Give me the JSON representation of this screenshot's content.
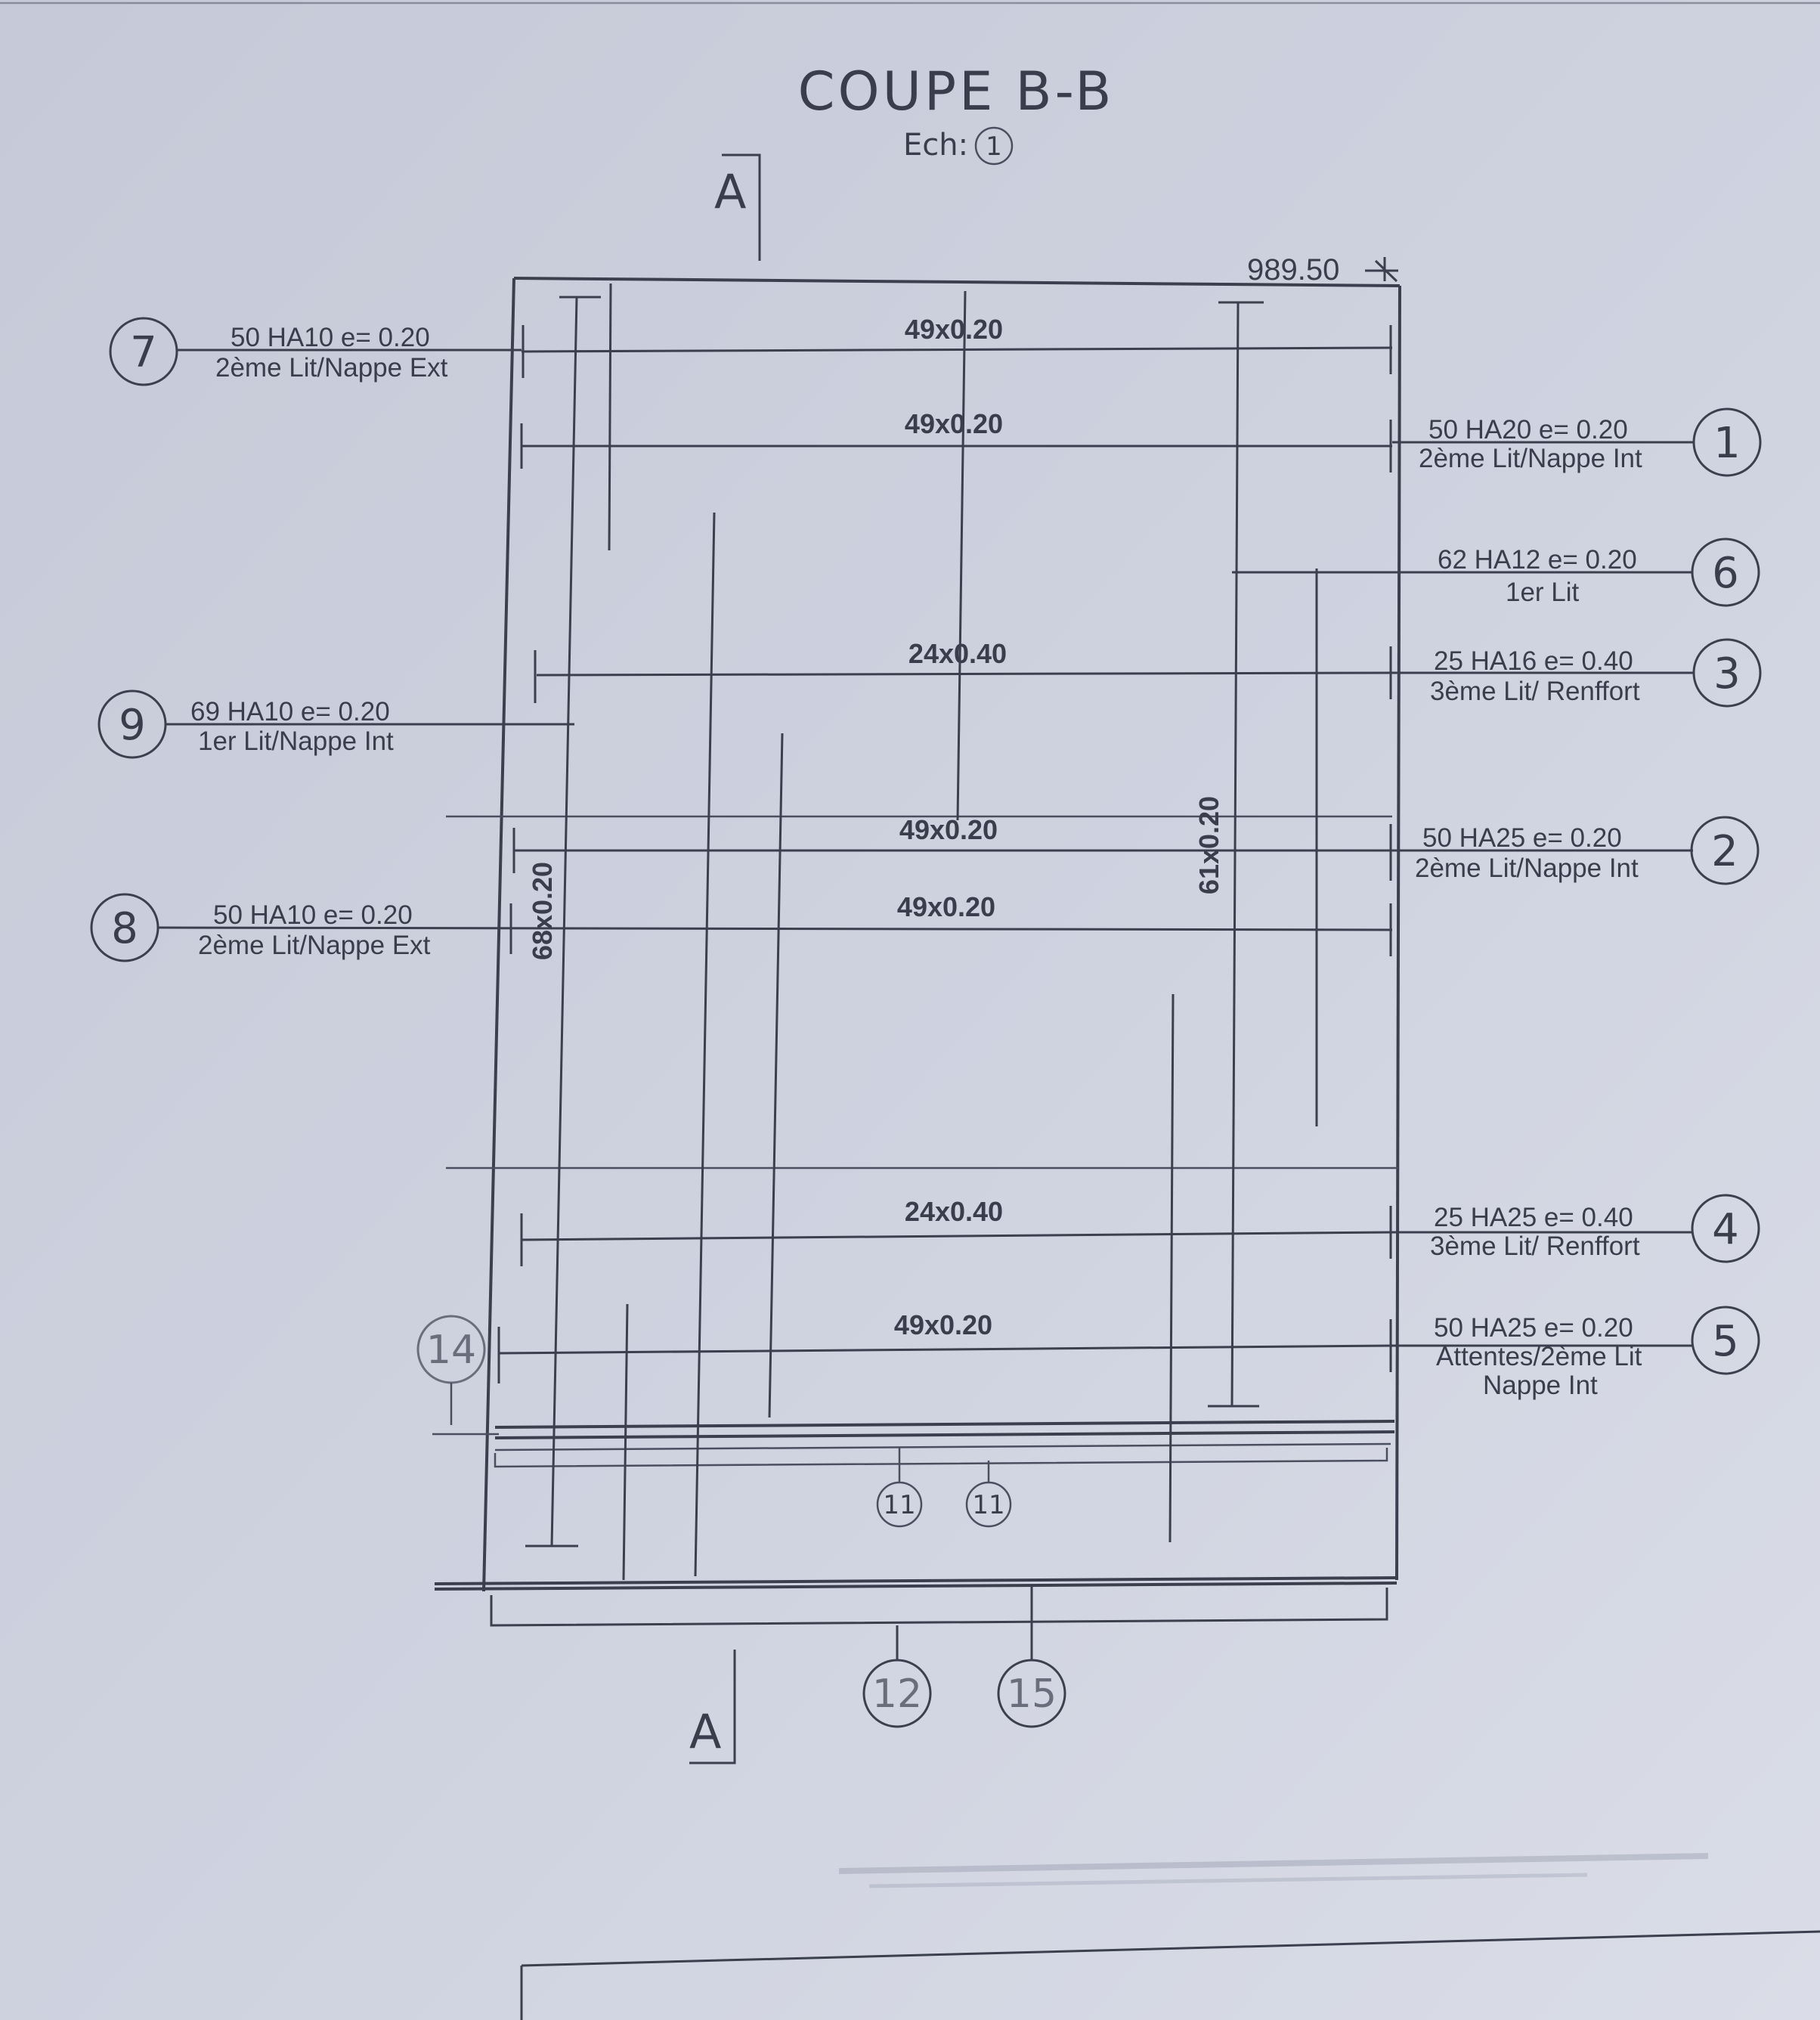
{
  "drawing": {
    "title": "COUPE B-B",
    "scale_prefix": "Ech:",
    "scale_value": "1",
    "section_top": "A",
    "section_bottom": "A",
    "elevation": "989.50"
  },
  "spacings": {
    "s7": "49x0.20",
    "s1": "49x0.20",
    "s3": "24x0.40",
    "s2": "49x0.20",
    "s8": "49x0.20",
    "s4": "24x0.40",
    "s5": "49x0.20",
    "v9": "68x0.20",
    "v6": "61x0.20"
  },
  "bars": {
    "b7": {
      "id": "7",
      "line1": "50 HA10  e= 0.20",
      "line2": "2ème Lit/Nappe Ext"
    },
    "b1": {
      "id": "1",
      "line1": "50 HA20  e= 0.20",
      "line2": "2ème Lit/Nappe Int"
    },
    "b6": {
      "id": "6",
      "line1": "62 HA12  e= 0.20",
      "line2": "1er Lit"
    },
    "b3": {
      "id": "3",
      "line1": "25 HA16  e= 0.40",
      "line2": "3ème Lit/ Renffort"
    },
    "b9": {
      "id": "9",
      "line1": "69 HA10  e= 0.20",
      "line2": "1er Lit/Nappe Int"
    },
    "b2": {
      "id": "2",
      "line1": "50 HA25  e= 0.20",
      "line2": "2ème Lit/Nappe Int"
    },
    "b8": {
      "id": "8",
      "line1": "50 HA10  e= 0.20",
      "line2": "2ème Lit/Nappe Ext"
    },
    "b4": {
      "id": "4",
      "line1": "25 HA25  e= 0.40",
      "line2": "3ème Lit/ Renffort"
    },
    "b5": {
      "id": "5",
      "line1": "50 HA25  e= 0.20",
      "line2": "Attentes/2ème Lit",
      "line3": "Nappe Int"
    }
  },
  "marks": {
    "m14": "14",
    "m11a": "11",
    "m11b": "11",
    "m12": "12",
    "m15": "15"
  }
}
